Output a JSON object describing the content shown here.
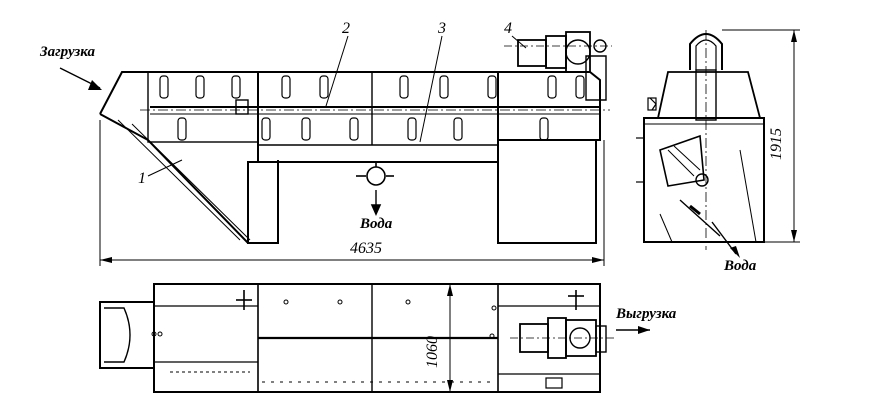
{
  "labels": {
    "loading": "Загрузка",
    "unloading": "Выгрузка",
    "water_center": "Вода",
    "water_side": "Вода"
  },
  "callouts": [
    "1",
    "2",
    "3",
    "4"
  ],
  "dimensions": {
    "length": "4635",
    "height": "1915",
    "width": "1060"
  }
}
